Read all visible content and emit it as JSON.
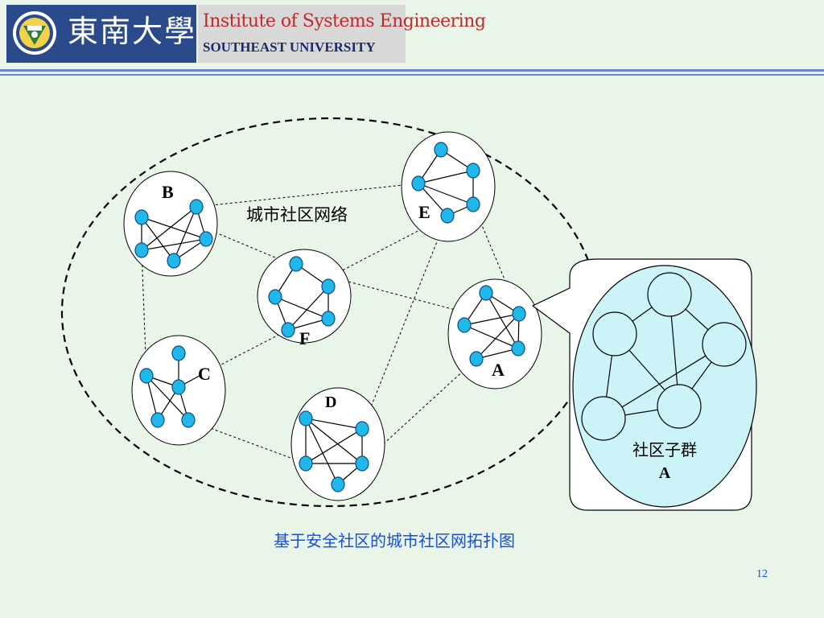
{
  "header": {
    "school_name": "東南大學",
    "institute_title": "Institute of Systems Engineering",
    "institute_subtitle": "SOUTHEAST UNIVERSITY",
    "brand_color": "#2b4a8c",
    "title_color": "#c0292b"
  },
  "diagram": {
    "network_label": "城市社区网络",
    "communities": [
      {
        "id": "A",
        "label": "A"
      },
      {
        "id": "B",
        "label": "B"
      },
      {
        "id": "C",
        "label": "C"
      },
      {
        "id": "D",
        "label": "D"
      },
      {
        "id": "E",
        "label": "E"
      },
      {
        "id": "F",
        "label": "F"
      }
    ],
    "callout": {
      "line1": "社区子群",
      "line2": "A"
    },
    "node_color": "#1fb8e8",
    "callout_fill": "#ccf4f8"
  },
  "caption": "基于安全社区的城市社区网拓扑图",
  "page_number": "12"
}
